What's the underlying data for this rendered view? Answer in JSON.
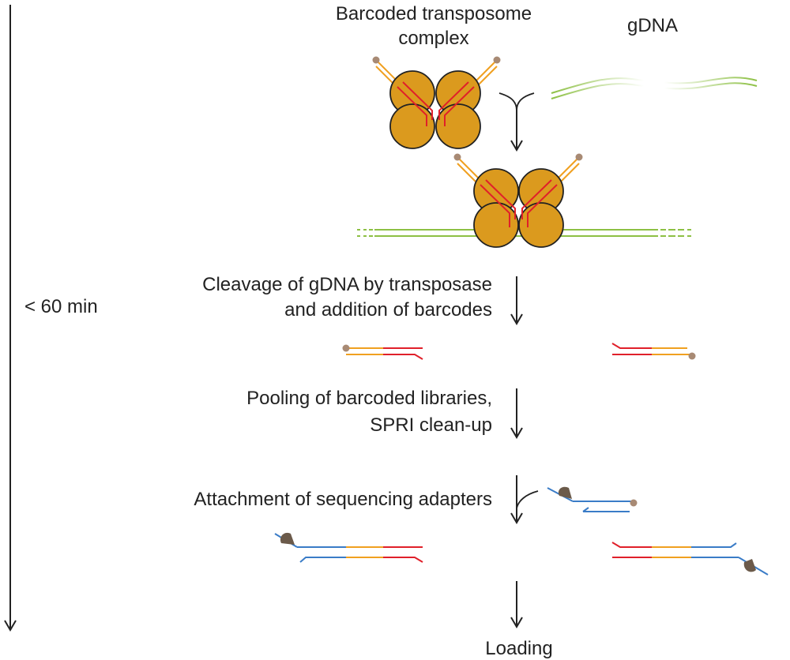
{
  "labels": {
    "complex_line1": "Barcoded transposome",
    "complex_line2": "complex",
    "gdna": "gDNA",
    "time": "< 60 min",
    "step1_line1": "Cleavage of gDNA by transposase",
    "step1_line2": "and addition of barcodes",
    "step2_line1": "Pooling of barcoded libraries,",
    "step2_line2": "SPRI clean-up",
    "step3": "Attachment of sequencing adapters",
    "loading": "Loading"
  },
  "colors": {
    "protein": "#DB9A1E",
    "protein_outline": "#222222",
    "barcode_arm": "#F0A020",
    "mosaic_end": "#E0202A",
    "gdna": "#8DC044",
    "adapter": "#3A7CC7",
    "bead": "#A88A74",
    "motor": "#6B5A4A",
    "arrow": "#222222"
  }
}
